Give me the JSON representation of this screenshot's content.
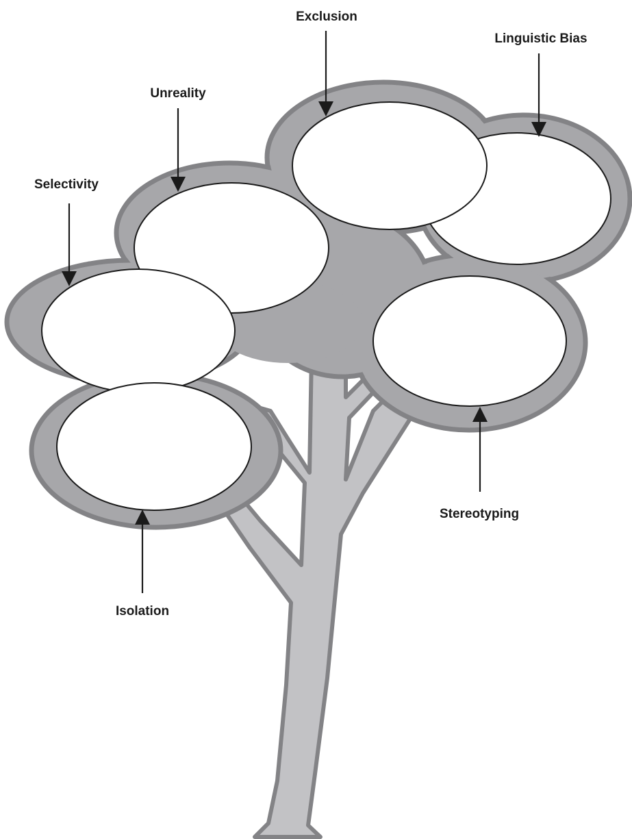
{
  "diagram": {
    "labels": {
      "exclusion": "Exclusion",
      "linguistic_bias": "Linguistic Bias",
      "unreality": "Unreality",
      "selectivity": "Selectivity",
      "stereotyping": "Stereotyping",
      "isolation": "Isolation"
    },
    "colors": {
      "canopy": "#a7a7aa",
      "canopy_outline": "#838386",
      "trunk": "#c2c2c5",
      "bubble": "#ffffff",
      "text": "#1a1a1a"
    }
  }
}
